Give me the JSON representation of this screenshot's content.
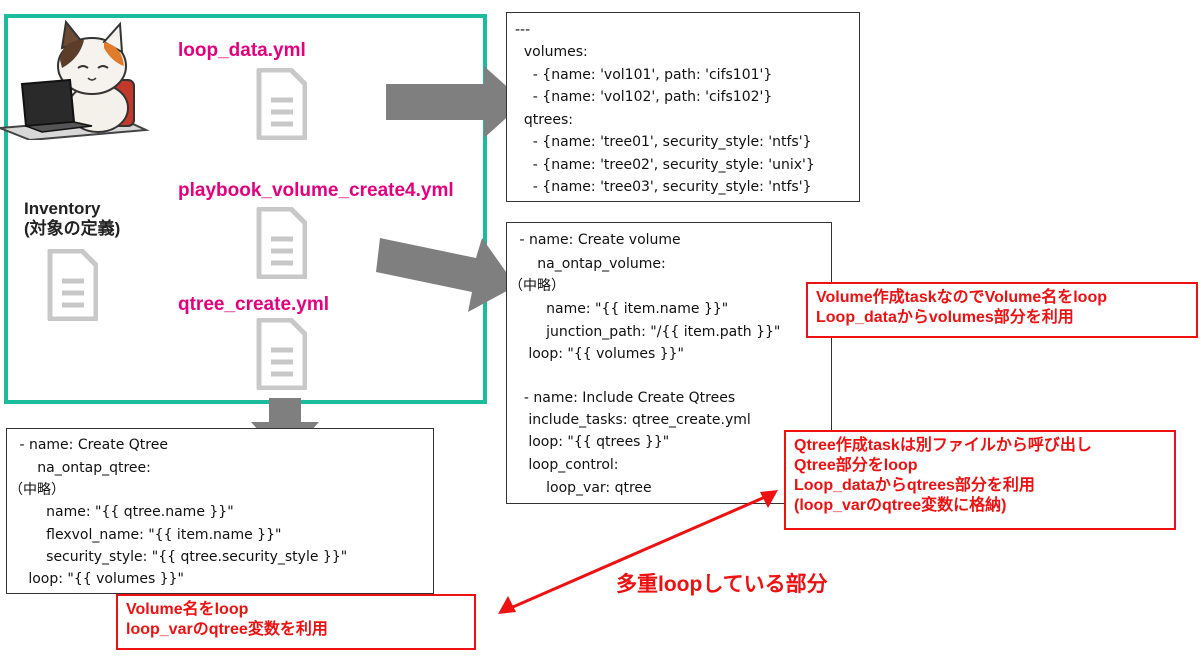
{
  "files": {
    "loop_data": "loop_data.yml",
    "playbook": "playbook_volume_create4.yml",
    "qtree_create": "qtree_create.yml",
    "inventory_line1": "Inventory",
    "inventory_line2": "(対象の定義)"
  },
  "loop_data_code": {
    "lines": [
      "---",
      "  volumes:",
      "    - {name: 'vol101', path: 'cifs101'}",
      "    - {name: 'vol102', path: 'cifs102'}",
      "  qtrees:",
      "    - {name: 'tree01', security_style: 'ntfs'}",
      "    - {name: 'tree02', security_style: 'unix'}",
      "    - {name: 'tree03', security_style: 'ntfs'}"
    ]
  },
  "playbook_code": {
    "lines": [
      " - name: Create volume",
      "     na_ontap_volume:",
      "（中略）",
      "       name: \"{{ item.name }}\"",
      "       junction_path: \"/{{ item.path }}\"",
      "   loop: \"{{ volumes }}\"",
      "",
      "  - name: Include Create Qtrees",
      "   include_tasks: qtree_create.yml",
      "   loop: \"{{ qtrees }}\"",
      "   loop_control:",
      "       loop_var: qtree"
    ]
  },
  "qtree_code": {
    "lines": [
      " - name: Create Qtree",
      "     na_ontap_qtree:",
      "（中略）",
      "       name: \"{{ qtree.name }}\"",
      "       flexvol_name: \"{{ item.name }}\"",
      "       security_style: \"{{ qtree.security_style }}\"",
      "   loop: \"{{ volumes }}\""
    ]
  },
  "notes": {
    "volume": [
      "Volume作成taskなのでVolume名をloop",
      "Loop_dataからvolumes部分を利用"
    ],
    "qtree": [
      "Qtree作成taskは別ファイルから呼び出し",
      "Qtree部分をloop",
      "Loop_dataからqtrees部分を利用",
      "(loop_varのqtree変数に格納)"
    ],
    "bottom": [
      "Volume名をloop",
      "loop_varのqtree変数を利用"
    ]
  },
  "multi_loop_label": "多重loopしている部分",
  "colors": {
    "frame": "#1abc9c",
    "filename": "#e6007e",
    "note": "#ee1111",
    "arrow": "#7f7f7f",
    "doc_icon": "#c8c8c8"
  }
}
